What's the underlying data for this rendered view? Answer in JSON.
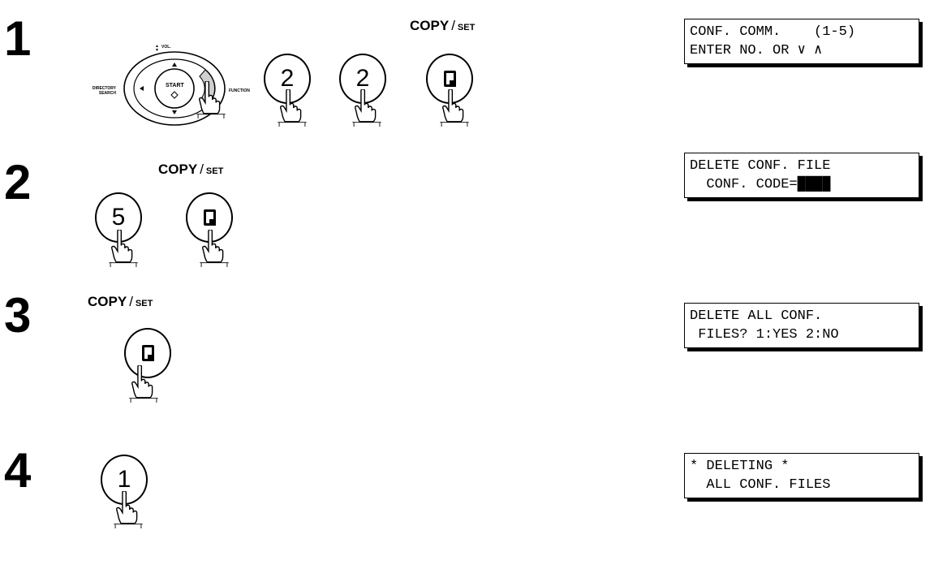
{
  "steps": [
    {
      "number": "1",
      "lcd": [
        "CONF. COMM.    (1-5)",
        "ENTER NO. OR ∨ ∧"
      ]
    },
    {
      "number": "2",
      "lcd": [
        "DELETE CONF. FILE",
        "  CONF. CODE=████"
      ]
    },
    {
      "number": "3",
      "lcd": [
        "DELETE ALL CONF.",
        " FILES? 1:YES 2:NO"
      ]
    },
    {
      "number": "4",
      "lcd": [
        "* DELETING *",
        "  ALL CONF. FILES"
      ]
    }
  ],
  "copy_set_label": {
    "copy": "COPY",
    "slash": "/",
    "set": "SET"
  },
  "keys": {
    "step1": [
      "2",
      "2"
    ],
    "step2": [
      "5"
    ],
    "step4": [
      "1"
    ]
  },
  "nav_pad": {
    "vol": "VOL.",
    "center": "START",
    "left": "DIRECTORY SEARCH",
    "right": "FUNCTION"
  },
  "icons": {
    "finger": "pointing-hand-icon",
    "copy_key": "copy-set-key-icon",
    "start": "start-diamond-icon"
  }
}
